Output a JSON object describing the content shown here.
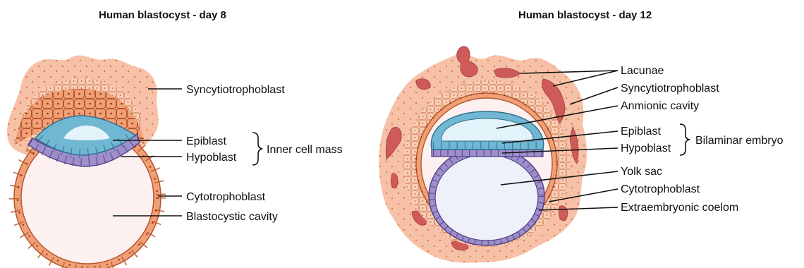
{
  "figures": [
    {
      "title": "Human blastocyst - day 8",
      "labels": {
        "syncytiotrophoblast": "Syncytiotrophoblast",
        "epiblast": "Epiblast",
        "hypoblast": "Hypoblast",
        "inner_cell_mass": "Inner cell mass",
        "cytotrophoblast": "Cytotrophoblast",
        "blastocystic_cavity": "Blastocystic cavity"
      }
    },
    {
      "title": "Human blastocyst - day 12",
      "labels": {
        "lacunae": "Lacunae",
        "syncytiotrophoblast": "Syncytiotrophoblast",
        "amniotic_cavity": "Anmionic cavity",
        "epiblast": "Epiblast",
        "hypoblast": "Hypoblast",
        "bilaminar_embryo": "Bilaminar embryo",
        "yolk_sac": "Yolk sac",
        "cytotrophoblast": "Cytotrophoblast",
        "extraembryonic_coelom": "Extraembryonic coelom"
      }
    }
  ],
  "colors": {
    "syncytiotrophoblast": "#f6c1a6",
    "syncytio_dots": "#c0582c",
    "cytotrophoblast": "#f0a077",
    "cyto_outline": "#b8552b",
    "cavity": "#fdf0f0",
    "epiblast": "#6fb7d3",
    "epiblast_outline": "#2f6f8c",
    "amniotic_fluid": "#e3f3fa",
    "hypoblast": "#9e8fcb",
    "hypoblast_outline": "#4e3f86",
    "yolk_sac": "#eef0fa",
    "lacunae": "#cf5a5a"
  }
}
